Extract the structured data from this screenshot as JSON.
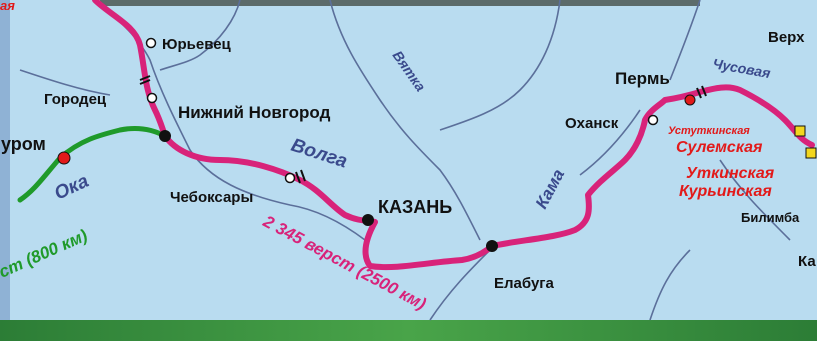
{
  "cities": {
    "yurevets": "Юрьевец",
    "gorodets": "Городец",
    "nizhny": "Нижний Новгород",
    "murom": "Муром",
    "cheboksary": "Чебоксары",
    "kazan": "КАЗАНЬ",
    "elabuga": "Елабуга",
    "okhansk": "Оханск",
    "perm": "Пермь",
    "verkh": "Верх",
    "bilimba": "Билимба",
    "ka": "Ка"
  },
  "rivers": {
    "volga": "Волга",
    "oka": "Ока",
    "kama": "Кама",
    "vyatka": "Вятка",
    "chusovaya": "Чусовая"
  },
  "works": {
    "ustutkinskaya": "Устуткинская",
    "sulemskaya": "Сулемская",
    "utkinskaya": "Уткинская",
    "kuryinskaya": "Курьинская"
  },
  "distances": {
    "red_route": "2 345 верст (2500 км)",
    "green_route": "ст (800 км)",
    "top_left": "ая"
  },
  "colors": {
    "map_bg": "#b9dcf0",
    "route_main": "#d8237a",
    "route_green": "#1f9a2a",
    "river": "#5b6f9a",
    "works_red": "#e21a1a",
    "works_yellow": "#f2d61f",
    "bottom_band": "#2f8a3c"
  }
}
